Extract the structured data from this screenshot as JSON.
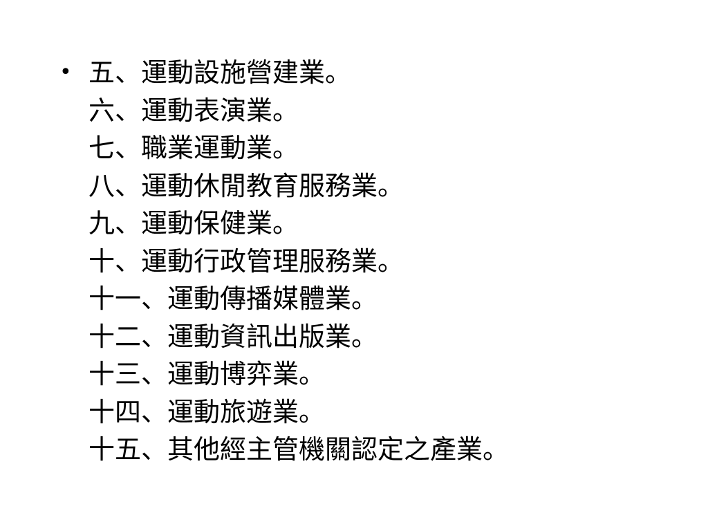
{
  "slide": {
    "bullet": "•",
    "lines": [
      "五、運動設施營建業。",
      "六、運動表演業。",
      "七、職業運動業。",
      "八、運動休閒教育服務業。",
      "九、運動保健業。",
      "十、運動行政管理服務業。",
      "十一、運動傳播媒體業。",
      "十二、運動資訊出版業。",
      "十三、運動博弈業。",
      "十四、運動旅遊業。",
      "十五、其他經主管機關認定之產業。"
    ]
  }
}
